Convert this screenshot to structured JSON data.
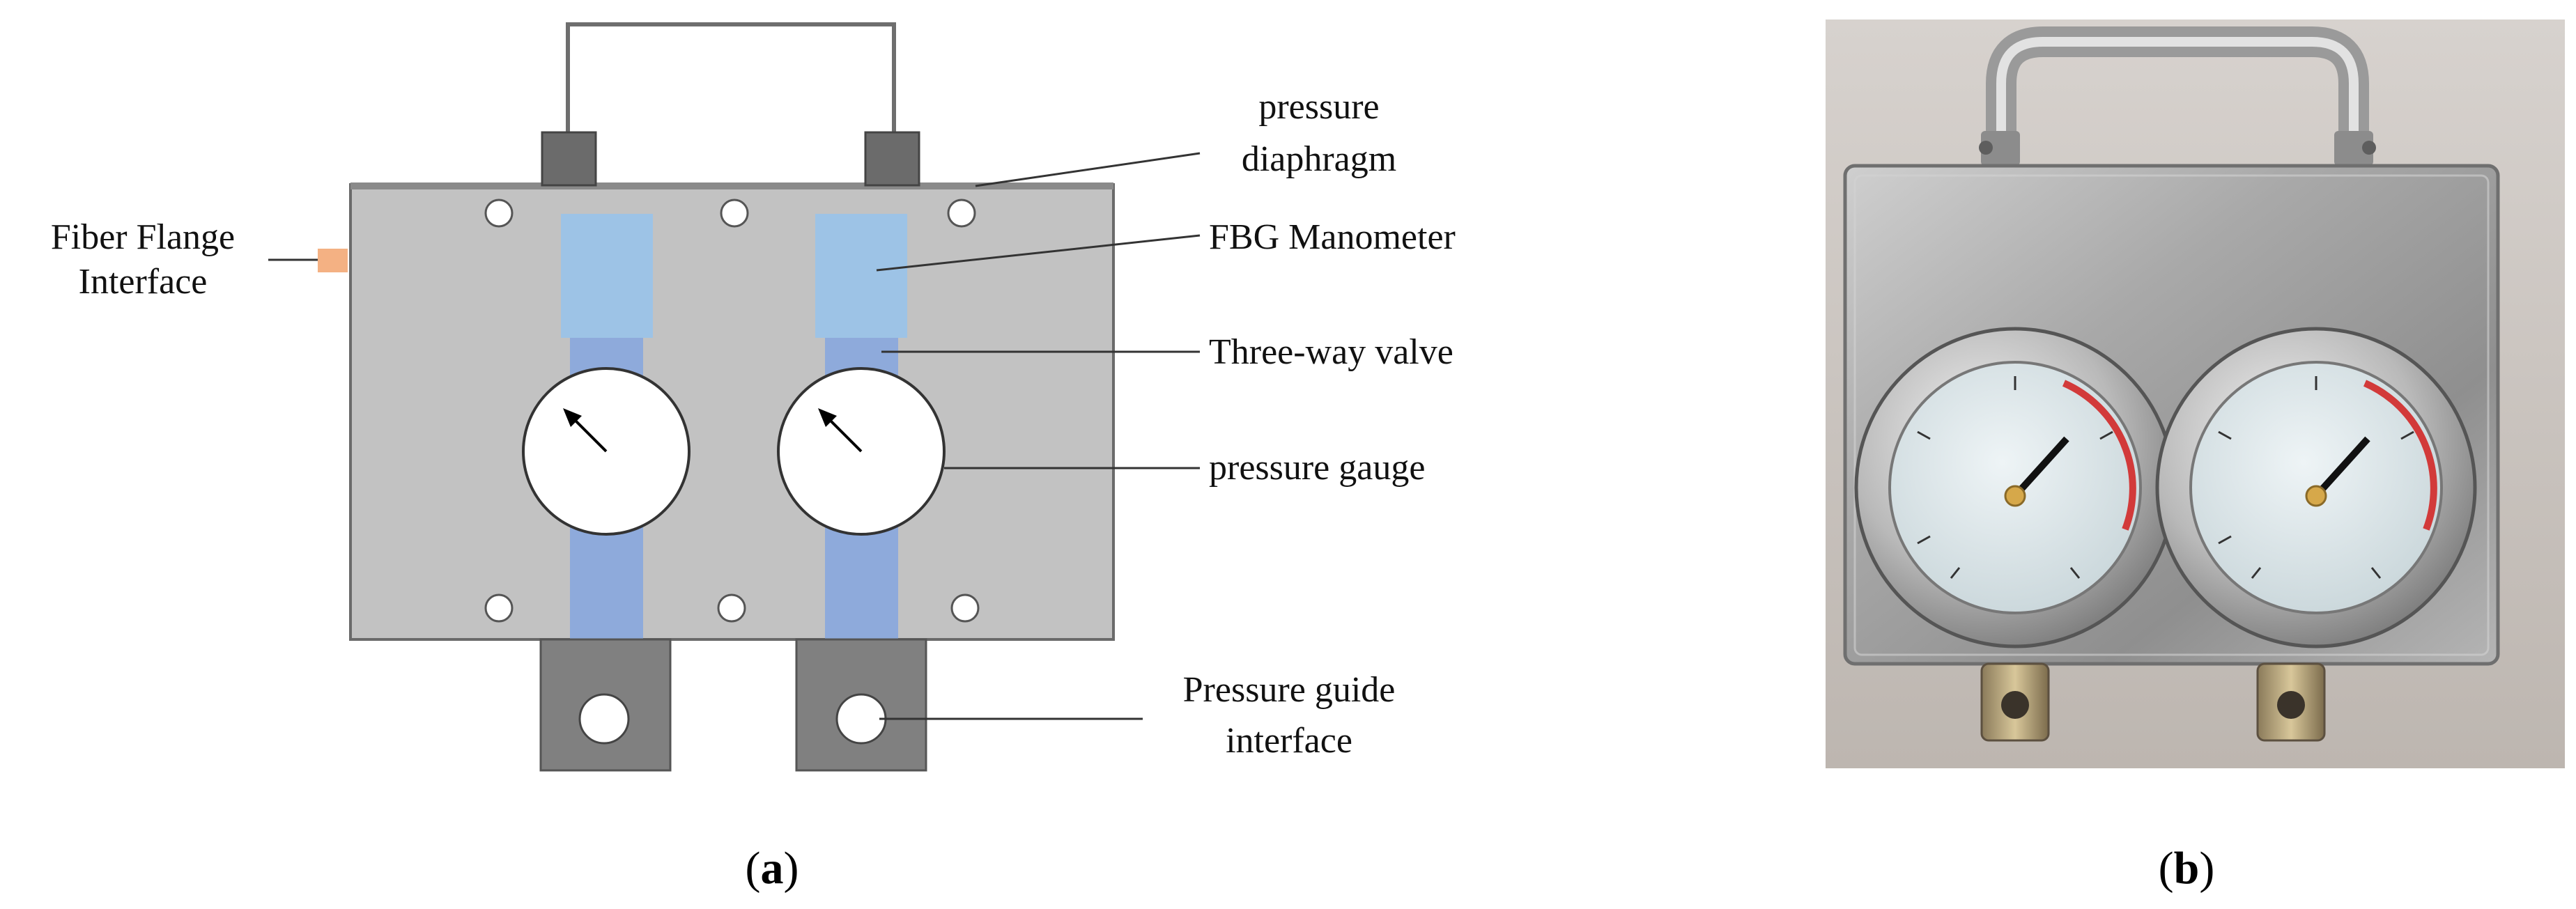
{
  "panel_a": {
    "labels": {
      "fiber_flange_line1": "Fiber Flange",
      "fiber_flange_line2": "Interface",
      "pressure_diaphragm_line1": "pressure",
      "pressure_diaphragm_line2": "diaphragm",
      "fbg_manometer": "FBG Manometer",
      "three_way_valve": "Three-way valve",
      "pressure_gauge": "pressure gauge",
      "pressure_guide_line1": "Pressure guide",
      "pressure_guide_line2": "interface"
    },
    "caption": {
      "open": "(",
      "letter": "a",
      "close": ")"
    }
  },
  "panel_b": {
    "caption": {
      "open": "(",
      "letter": "b",
      "close": ")"
    }
  },
  "colors": {
    "housing": "#c2c2c2",
    "housing_stroke": "#5a5a5a",
    "fbg_block": "#9dc3e6",
    "valve_tube": "#8eaadb",
    "diaphragm_block": "#6b6b6b",
    "guide_block": "#808080",
    "flange": "#f4b183"
  }
}
